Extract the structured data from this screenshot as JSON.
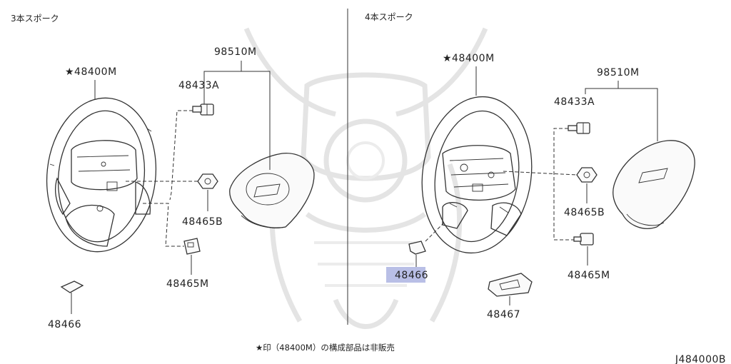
{
  "sections": {
    "left_header": "3本スポーク",
    "right_header": "4本スポーク"
  },
  "left_labels": {
    "wheel": "★48400M",
    "airbag": "98510M",
    "bolt": "48433A",
    "nut": "48465B",
    "switch": "48465M",
    "clip": "48466"
  },
  "right_labels": {
    "wheel": "★48400M",
    "airbag": "98510M",
    "bolt": "48433A",
    "nut": "48465B",
    "switch": "48465M",
    "clip": "48466",
    "cover": "48467"
  },
  "highlight_color": "#b9bfe6",
  "footnote": "★印（48400M）の構成部品は非販売",
  "diagram_code": "J484000B"
}
